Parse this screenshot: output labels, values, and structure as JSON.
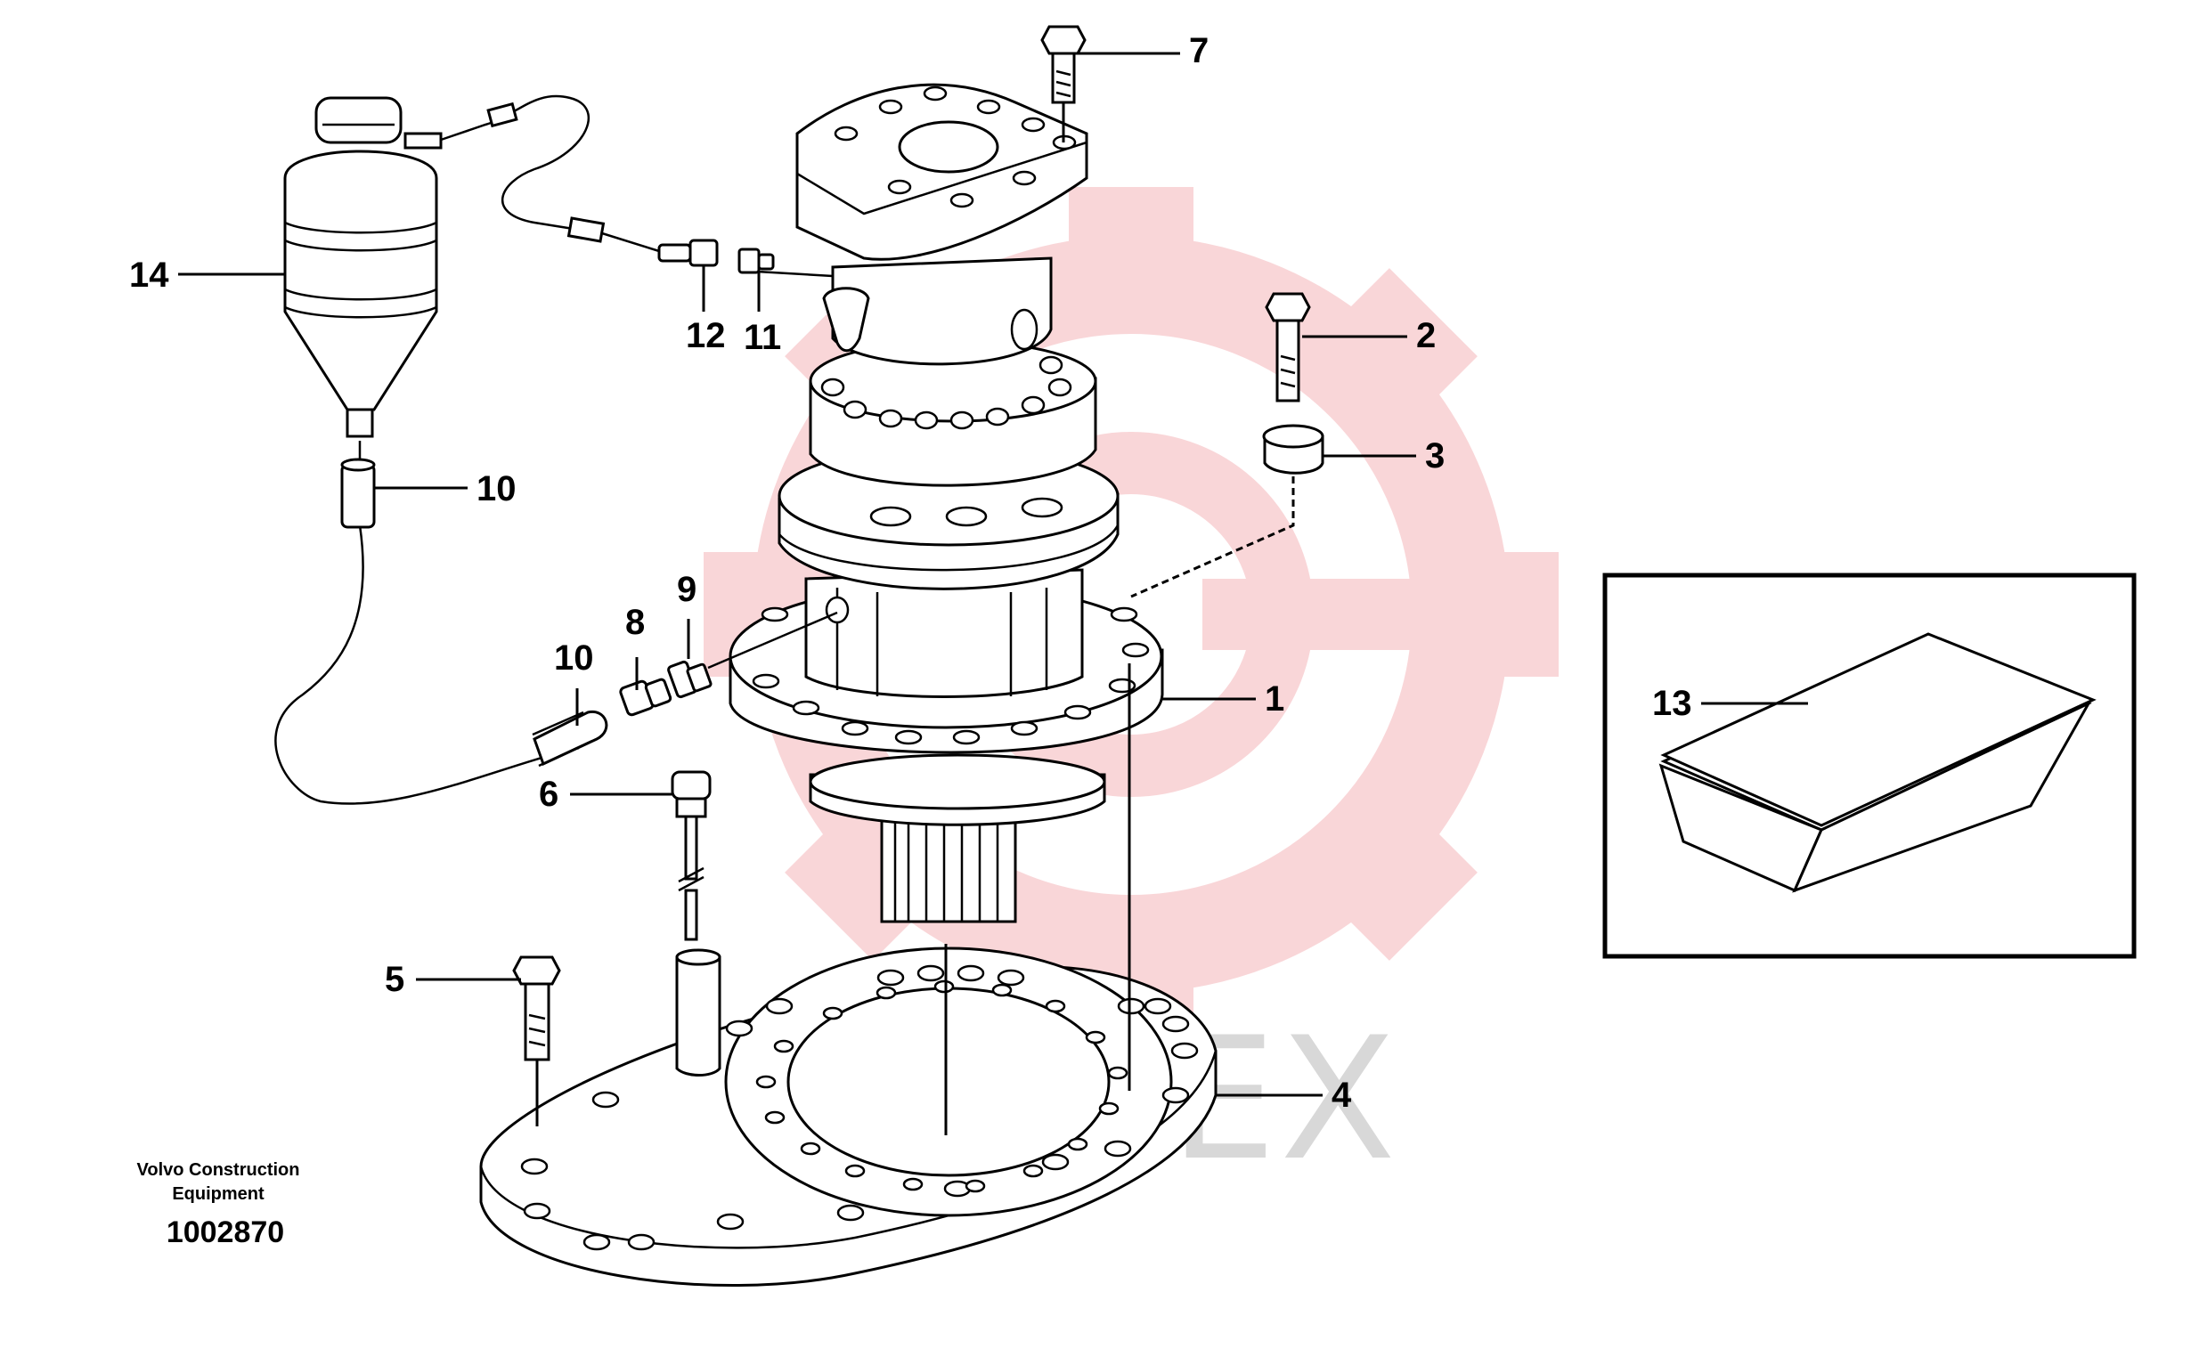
{
  "callouts": {
    "c1": "1",
    "c2": "2",
    "c3": "3",
    "c4": "4",
    "c5": "5",
    "c6": "6",
    "c7": "7",
    "c8": "8",
    "c9": "9",
    "c10a": "10",
    "c10b": "10",
    "c11": "11",
    "c12": "12",
    "c13": "13",
    "c14": "14"
  },
  "caption": {
    "line1": "Volvo Construction",
    "line2": "Equipment",
    "number": "1002870"
  },
  "watermark": {
    "text": "ИНТЕХ",
    "color": "#f2b8bc"
  }
}
